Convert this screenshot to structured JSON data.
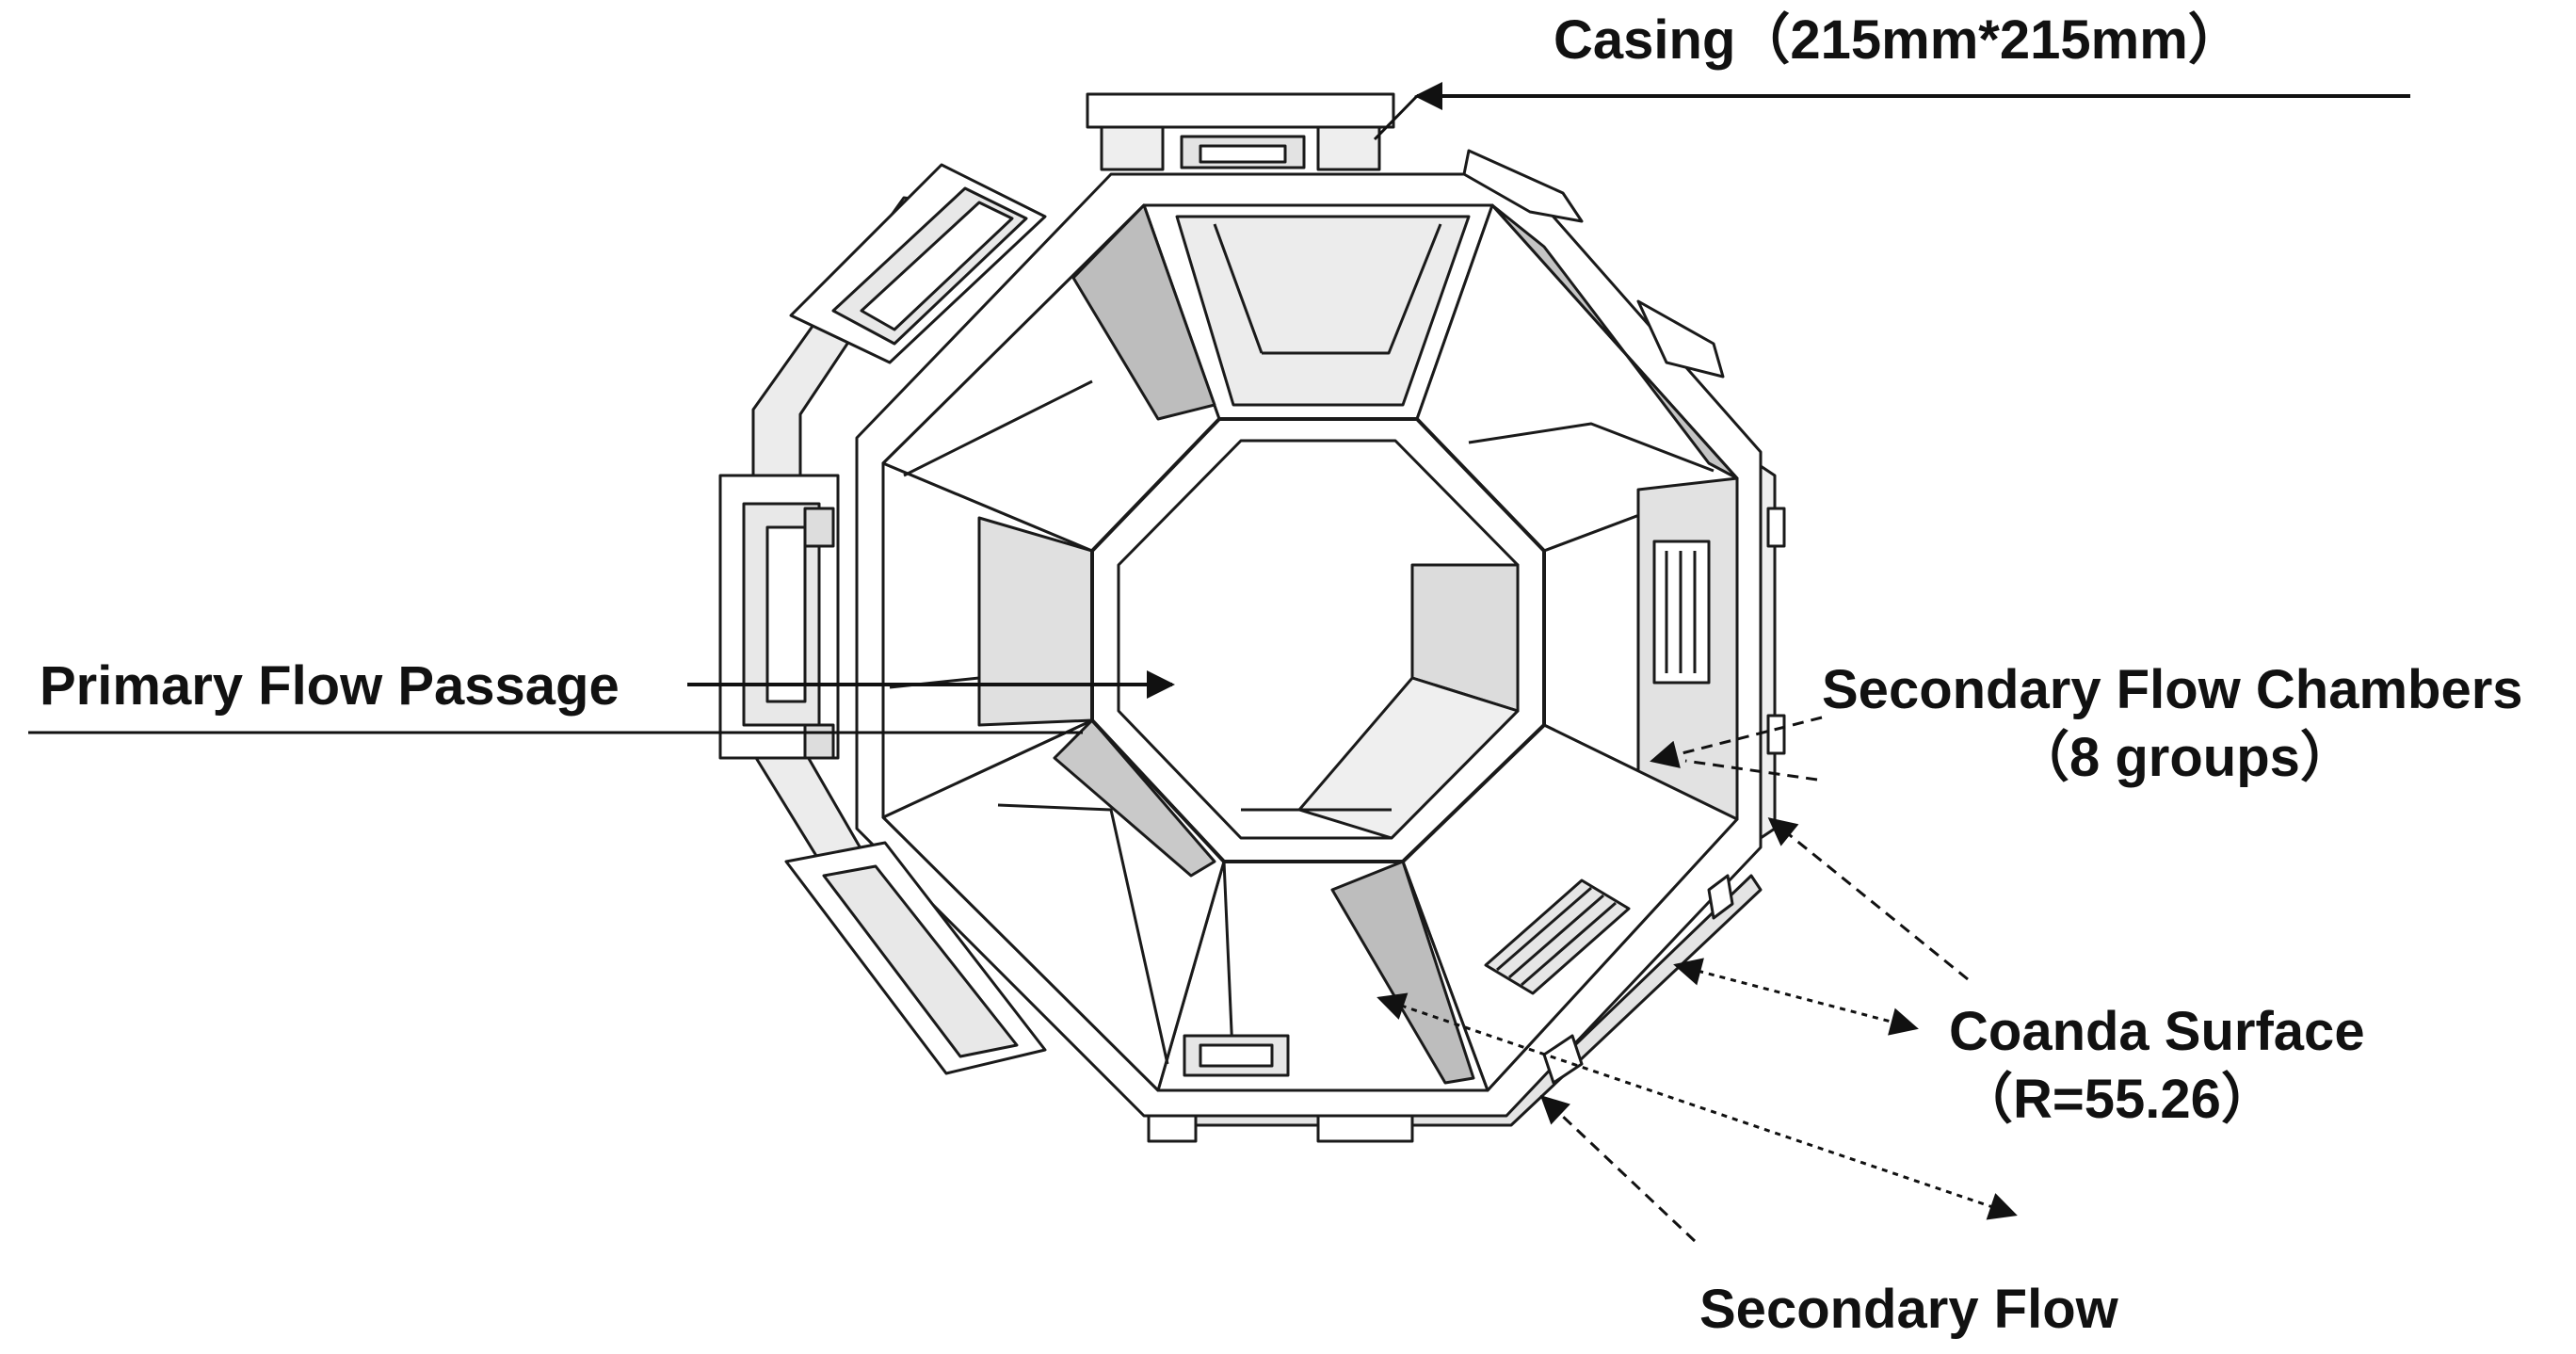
{
  "labels": {
    "casing": "Casing（215mm*215mm）",
    "primary_flow": "Primary Flow Passage",
    "secondary_chambers_line1": "Secondary Flow Chambers",
    "secondary_chambers_line2": "（8 groups）",
    "coanda_line1": "Coanda Surface",
    "coanda_line2": "（R=55.26）",
    "secondary_flow": "Secondary Flow"
  },
  "colors": {
    "line": "#1a1a1a",
    "face": "#ffffff",
    "shade_light": "#ececec",
    "shade_mid": "#d6d6d6",
    "shade_dark": "#b9b9b9"
  }
}
